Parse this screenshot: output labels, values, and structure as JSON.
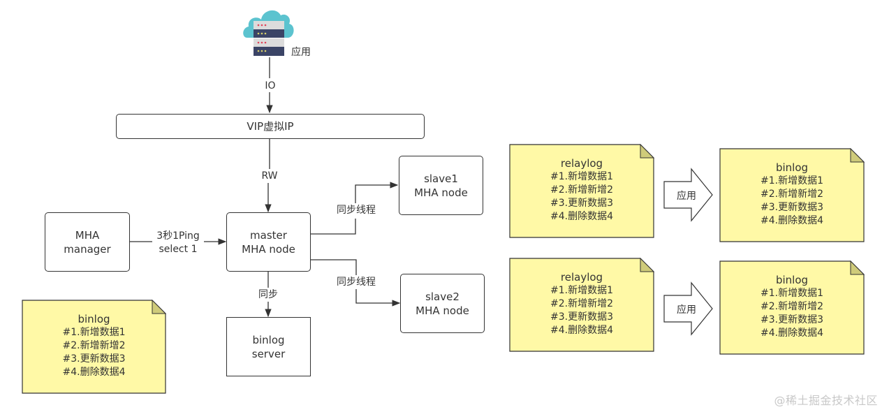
{
  "app": {
    "label": "应用",
    "icon": "cloud-server-icon"
  },
  "edges": {
    "io_label": "IO",
    "rw_label": "RW",
    "ping_label_line1": "3秒1Ping",
    "ping_label_line2": "select 1",
    "sync_thread_label_1": "同步线程",
    "sync_thread_label_2": "同步线程",
    "sync_label": "同步"
  },
  "vip": {
    "label": "VIP虚拟IP"
  },
  "nodes": {
    "manager": {
      "line1": "MHA",
      "line2": "manager"
    },
    "master": {
      "line1": "master",
      "line2": "MHA node"
    },
    "slave1": {
      "line1": "slave1",
      "line2": "MHA node"
    },
    "slave2": {
      "line1": "slave2",
      "line2": "MHA node"
    },
    "binlog_server": {
      "line1": "binlog",
      "line2": "server"
    }
  },
  "notes": {
    "master_binlog": {
      "title": "binlog",
      "lines": [
        "#1.新增数据1",
        "#2.新增新增2",
        "#3.更新数据3",
        "#4.删除数据4"
      ]
    },
    "slave1_relaylog": {
      "title": "relaylog",
      "lines": [
        "#1.新增数据1",
        "#2.新增新增2",
        "#3.更新数据3",
        "#4.删除数据4"
      ]
    },
    "slave1_binlog": {
      "title": "binlog",
      "lines": [
        "#1.新增数据1",
        "#2.新增新增2",
        "#3.更新数据3",
        "#4.删除数据4"
      ]
    },
    "slave2_relaylog": {
      "title": "relaylog",
      "lines": [
        "#1.新增数据1",
        "#2.新增新增2",
        "#3.更新数据3",
        "#4.删除数据4"
      ]
    },
    "slave2_binlog": {
      "title": "binlog",
      "lines": [
        "#1.新增数据1",
        "#2.新增新增2",
        "#3.更新数据3",
        "#4.删除数据4"
      ]
    }
  },
  "apply_arrows": {
    "top": {
      "label": "应用"
    },
    "bottom": {
      "label": "应用"
    }
  },
  "colors": {
    "note_fill": "#fff9a6",
    "note_fold": "#cfcb7a",
    "stroke": "#333333",
    "cloud": "#5cc3cf",
    "server_light": "#dcdcdc",
    "server_dark": "#3b4466",
    "led_red": "#e0455a",
    "led_yellow": "#d8d06a"
  },
  "watermark": "@稀土掘金技术社区"
}
